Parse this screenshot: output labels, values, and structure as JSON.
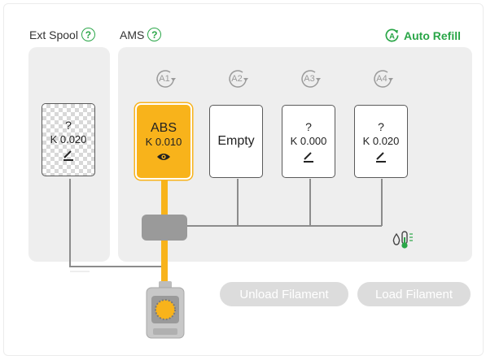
{
  "ext_spool": {
    "label": "Ext Spool",
    "help": "?",
    "slot": {
      "line1": "?",
      "line2": "K 0.020"
    }
  },
  "ams": {
    "label": "AMS",
    "help": "?"
  },
  "auto_refill": {
    "label": "Auto Refill"
  },
  "slots": [
    {
      "id": "A1",
      "line1": "ABS",
      "line2": "K 0.010",
      "active": true,
      "color": "#f8b31b"
    },
    {
      "id": "A2",
      "text": "Empty"
    },
    {
      "id": "A3",
      "line1": "?",
      "line2": "K 0.000"
    },
    {
      "id": "A4",
      "line1": "?",
      "line2": "K 0.020"
    }
  ],
  "buttons": {
    "unload": "Unload Filament",
    "load": "Load Filament"
  },
  "colors": {
    "accent_green": "#2aa648",
    "filament_orange": "#f8b31b",
    "disabled_button": "#dcdcdc"
  },
  "icons": {
    "humidity": "humidity-thermometer-icon",
    "extruder": "extruder-icon"
  }
}
